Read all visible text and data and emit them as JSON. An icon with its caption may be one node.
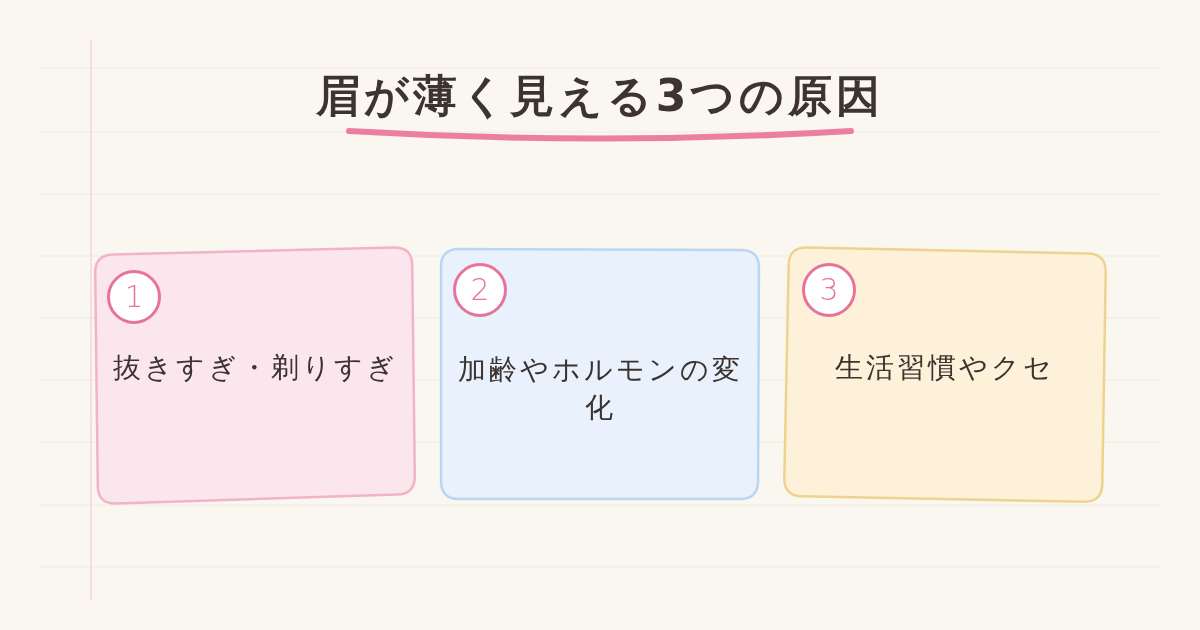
{
  "diagram": {
    "title": "眉が薄く見える3つの原因",
    "nodes": [
      {
        "text": [
          "抜きすぎ・剃りすぎ"
        ]
      },
      {
        "text": [
          "1"
        ],
        "in": 0
      },
      {
        "text": [
          "加齢やホルモンの変化"
        ]
      },
      {
        "text": [
          "2"
        ],
        "in": 2
      },
      {
        "text": [
          "生活習慣やクセ"
        ]
      },
      {
        "text": [
          "3"
        ],
        "in": 4
      }
    ]
  }
}
